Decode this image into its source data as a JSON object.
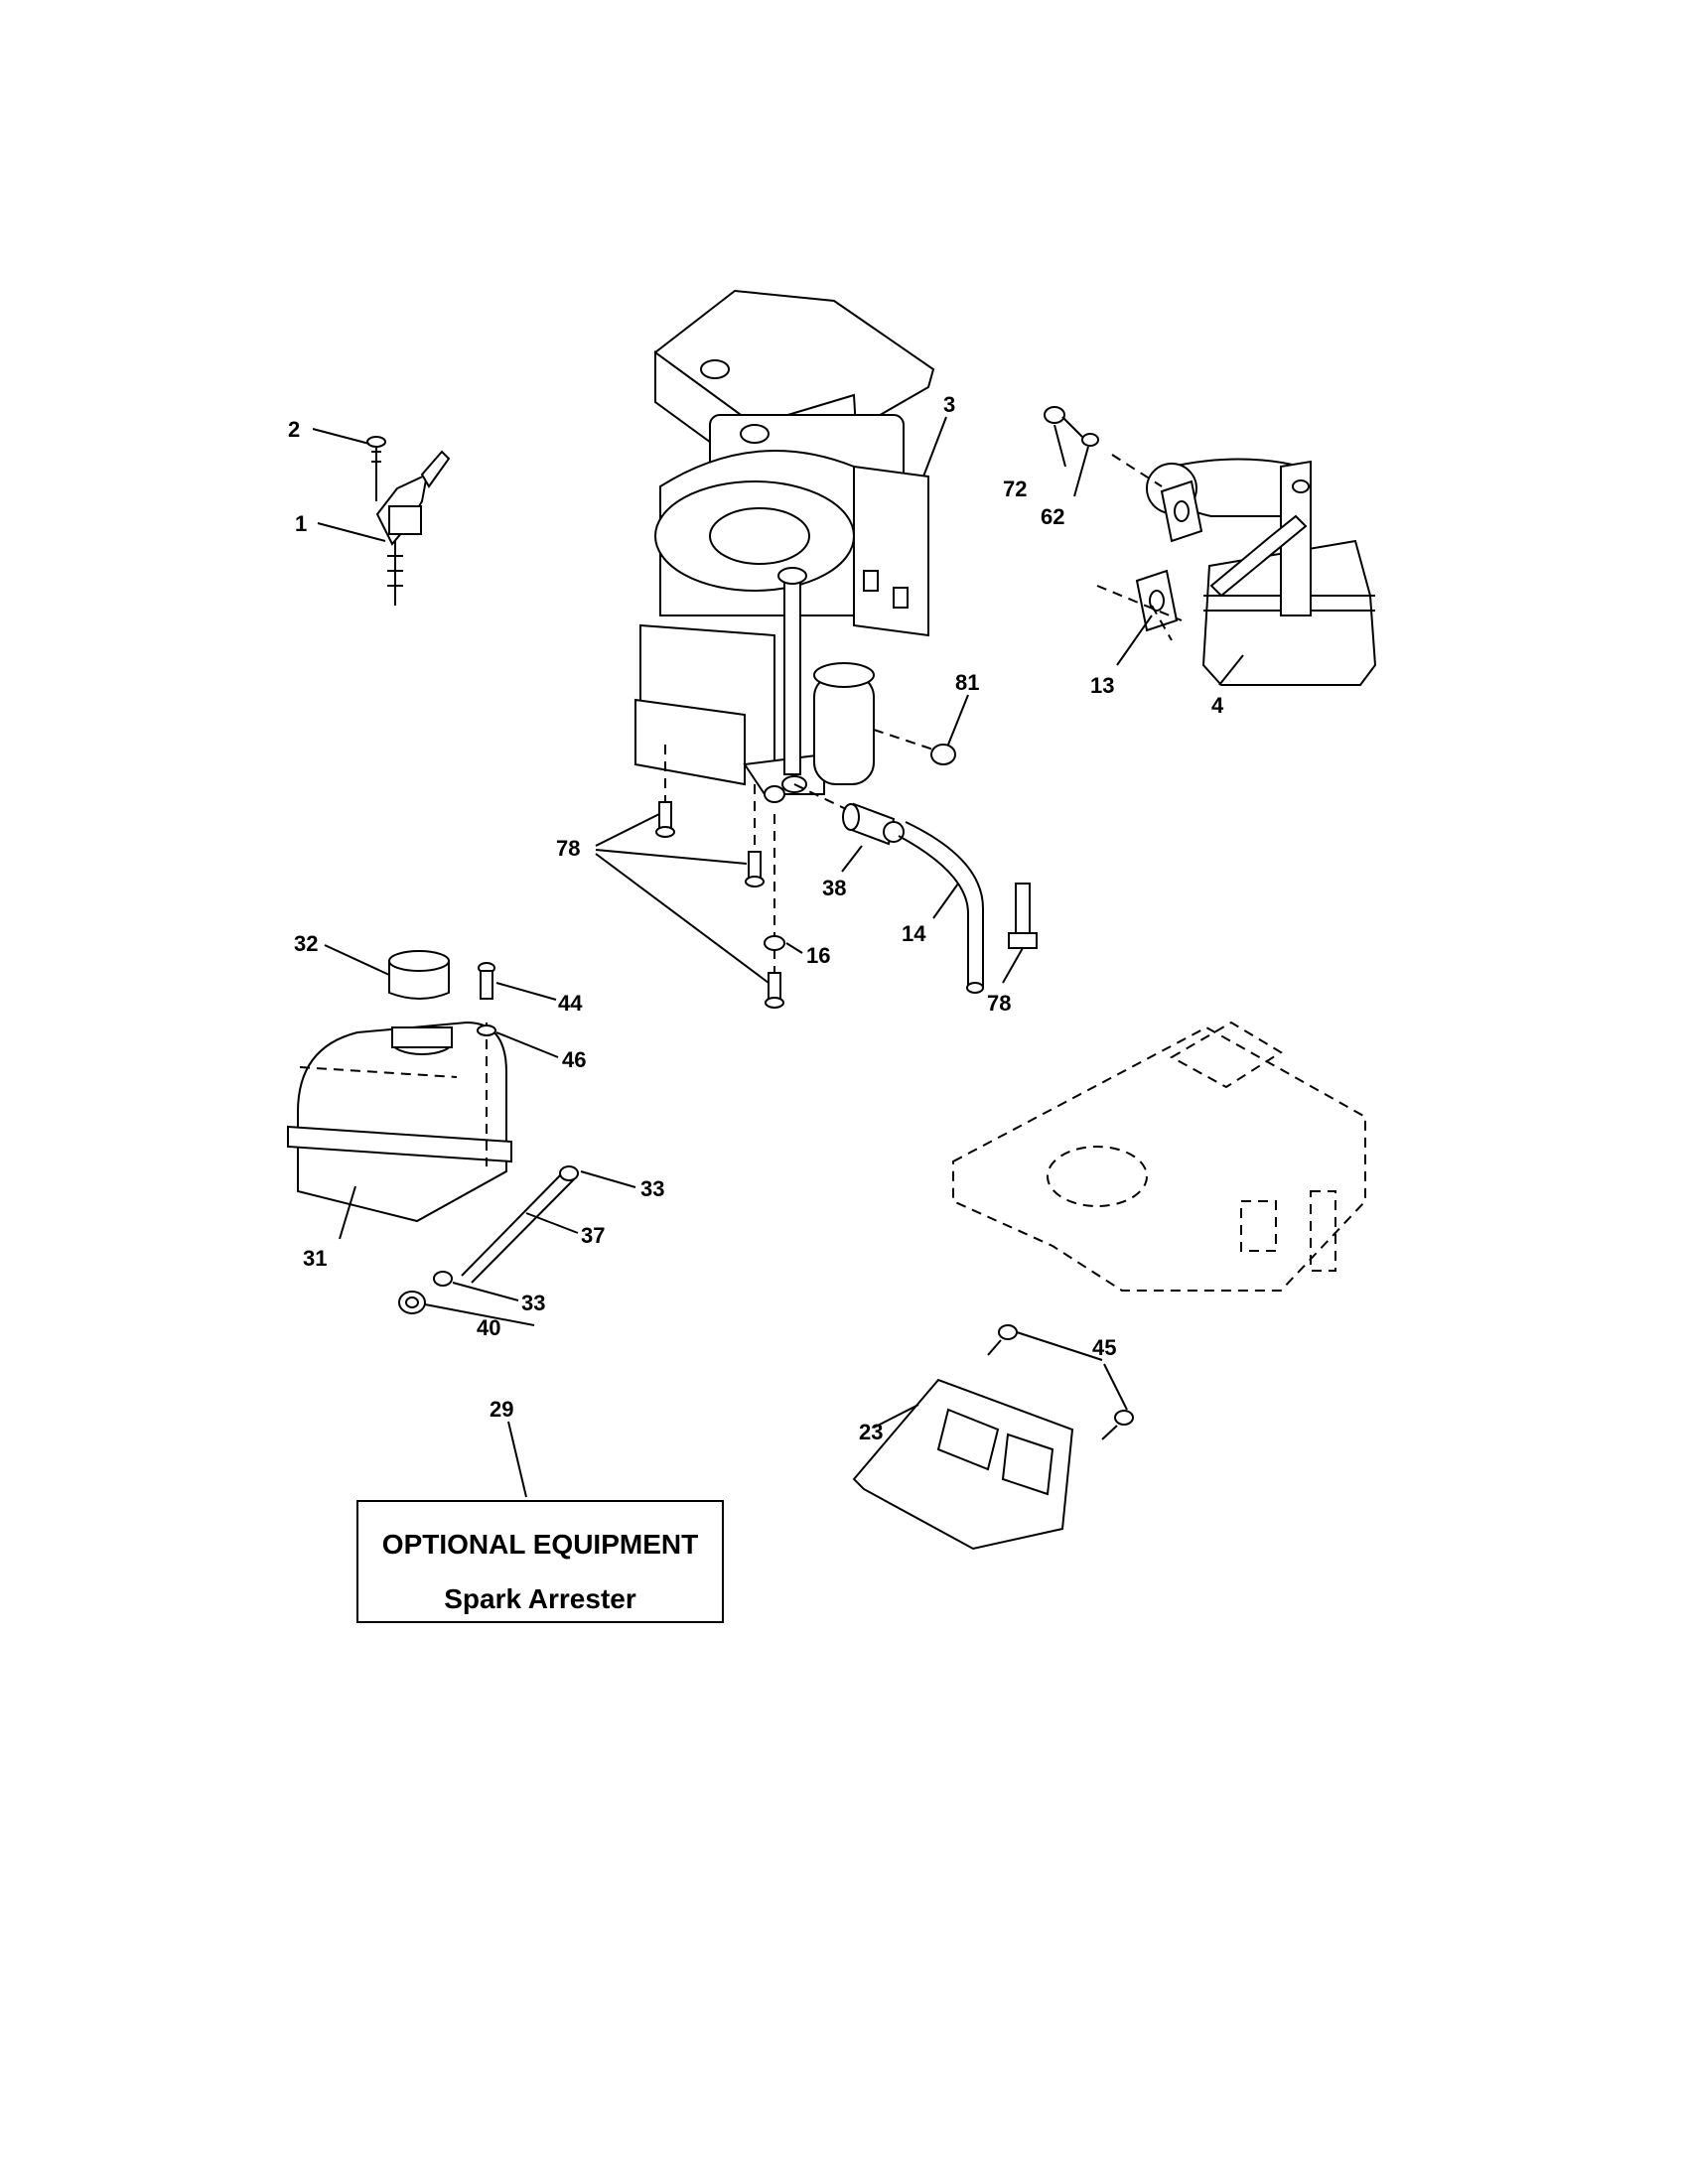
{
  "callouts": {
    "c1": "1",
    "c2": "2",
    "c3": "3",
    "c4": "4",
    "c13": "13",
    "c14": "14",
    "c16": "16",
    "c23": "23",
    "c29": "29",
    "c31": "31",
    "c32": "32",
    "c33a": "33",
    "c33b": "33",
    "c37": "37",
    "c38": "38",
    "c40": "40",
    "c44": "44",
    "c45": "45",
    "c46": "46",
    "c62": "62",
    "c72": "72",
    "c78a": "78",
    "c78b": "78",
    "c81": "81"
  },
  "optional_box": {
    "title": "OPTIONAL EQUIPMENT",
    "subtitle": "Spark Arrester"
  }
}
